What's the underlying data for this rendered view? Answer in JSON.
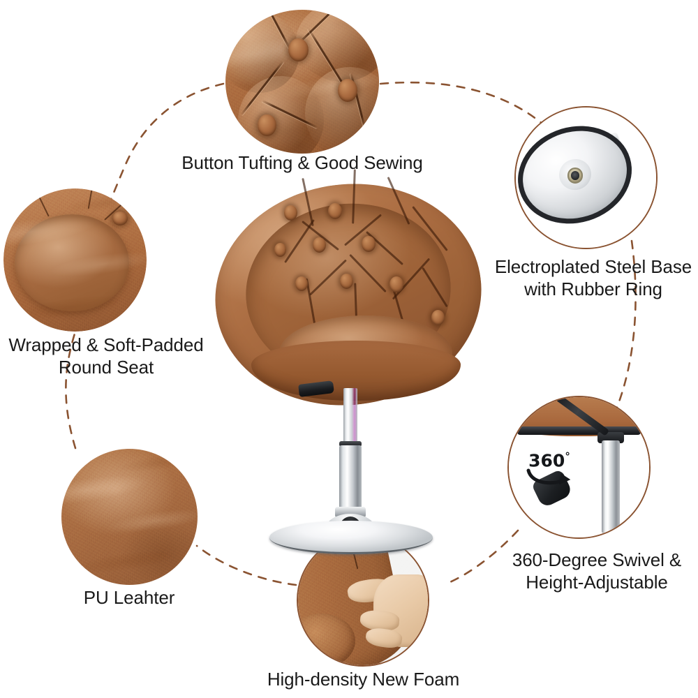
{
  "page": {
    "title": "Tufted Round-Back Swivel Accent Chair Feature Infographic",
    "background_color": "#ffffff",
    "text_color": "#1a1a1a",
    "accent_line_color": "#8a5331",
    "leather_color": "#a96a3f",
    "leather_highlight": "#c1875a",
    "leather_shadow": "#86502c",
    "chrome_color": "#e6e9eb",
    "rubber_color": "#24262a"
  },
  "features": [
    {
      "id": "button-tufting",
      "caption": "Button Tufting & Good Sewing",
      "icon": "tufted-leather-closeup"
    },
    {
      "id": "steel-base",
      "caption": "Electroplated Steel Base\nwith Rubber Ring",
      "icon": "chrome-base-disc"
    },
    {
      "id": "round-seat",
      "caption": "Wrapped & Soft-Padded\nRound Seat",
      "icon": "round-padded-seat-topview"
    },
    {
      "id": "swivel-height",
      "caption": "360-Degree Swivel &\nHeight-Adjustable",
      "icon": "gas-lift-lever",
      "badge": "360",
      "badge_unit": "°"
    },
    {
      "id": "pu-leather",
      "caption": "PU Leahter",
      "icon": "leather-swatch"
    },
    {
      "id": "high-density-foam",
      "caption": "High-density New Foam",
      "icon": "hand-pressing-cushion"
    }
  ],
  "product": {
    "name": "round-back-tufted-swivel-chair",
    "parts": [
      "tufted-backrest",
      "round-padded-seat",
      "height-adjust-lever",
      "chrome-gas-cylinder",
      "chrome-disc-base"
    ]
  }
}
